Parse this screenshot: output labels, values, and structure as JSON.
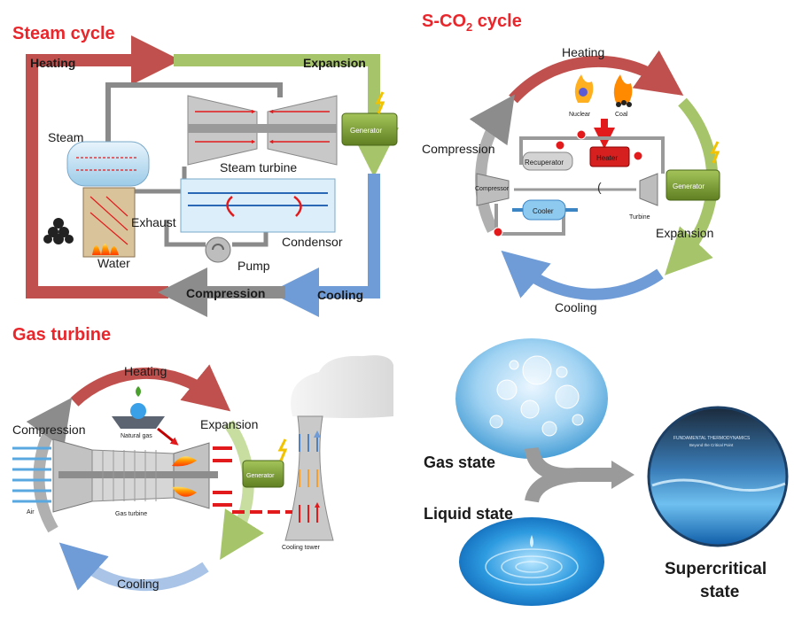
{
  "steam": {
    "title": "Steam cycle",
    "heating": "Heating",
    "expansion": "Expansion",
    "generator": "Generator",
    "steam": "Steam",
    "steam_turbine": "Steam turbine",
    "exhaust": "Exhaust",
    "water": "Water",
    "condensor": "Condensor",
    "pump": "Pump",
    "compression": "Compression",
    "cooling": "Cooling"
  },
  "sco2": {
    "title_main": "S-CO",
    "title_sub": "2",
    "title_end": " cycle",
    "heating": "Heating",
    "nuclear": "Nuclear",
    "coal": "Coal",
    "compression": "Compression",
    "recuperator": "Recuperator",
    "heater": "Heater",
    "compressor": "Compressor",
    "cooler": "Cooler",
    "turbine": "Turbine",
    "generator": "Generator",
    "expansion": "Expansion",
    "cooling": "Cooling"
  },
  "gas": {
    "title": "Gas turbine",
    "heating": "Heating",
    "compression": "Compression",
    "natural_gas": "Natural gas",
    "expansion": "Expansion",
    "generator": "Generator",
    "gas_turbine": "Gas turbine",
    "air": "Air",
    "cooling_tower": "Cooling tower",
    "cooling": "Cooling"
  },
  "states": {
    "gas_state": "Gas state",
    "liquid_state": "Liquid state",
    "supercritical_line1": "Supercritical",
    "supercritical_line2": "state",
    "book_line1": "FUNDAMENTAL THERMODYNAMICS",
    "book_line2": "Beyond the Critical Point"
  },
  "colors": {
    "heating": "#c0504d",
    "expansion": "#9bbb59",
    "cooling": "#4f81bd",
    "compression": "#7f7f7f",
    "title": "#e8262b",
    "generator": "#6b8e23"
  }
}
